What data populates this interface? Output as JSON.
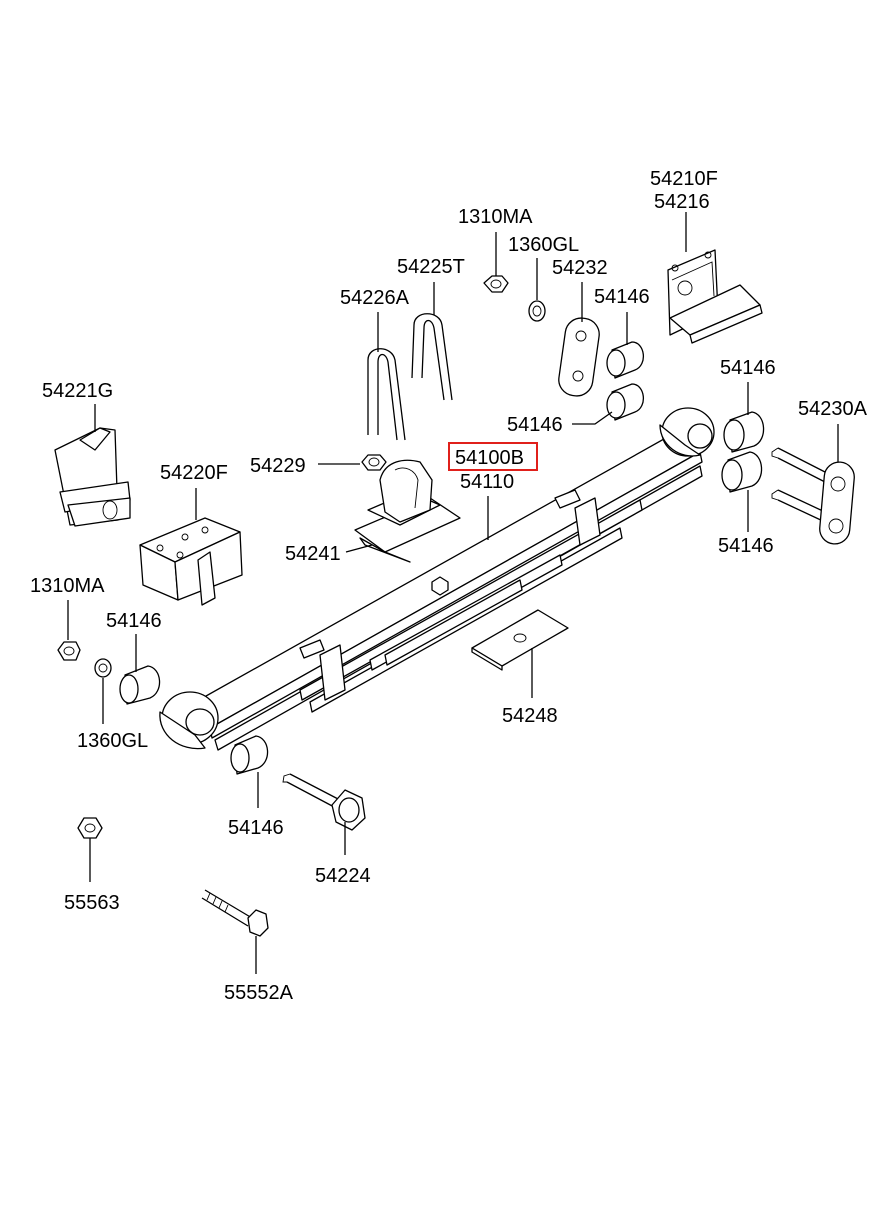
{
  "diagram": {
    "highlight_color": "#e0201b",
    "highlighted_part": "54100B",
    "labels": {
      "p54210F": "54210F",
      "p54216": "54216",
      "p1310MA_top": "1310MA",
      "p1360GL_top": "1360GL",
      "p54225T": "54225T",
      "p54232": "54232",
      "p54226A": "54226A",
      "p54146_a": "54146",
      "p54221G": "54221G",
      "p54146_b": "54146",
      "p54230A": "54230A",
      "p54146_c": "54146",
      "p54229": "54229",
      "p54100B": "54100B",
      "p54220F": "54220F",
      "p54110": "54110",
      "p54146_d": "54146",
      "p54241": "54241",
      "p1310MA_left": "1310MA",
      "p54146_e": "54146",
      "p54248": "54248",
      "p1360GL_left": "1360GL",
      "p54146_f": "54146",
      "p54224": "54224",
      "p55563": "55563",
      "p55552A": "55552A"
    }
  }
}
